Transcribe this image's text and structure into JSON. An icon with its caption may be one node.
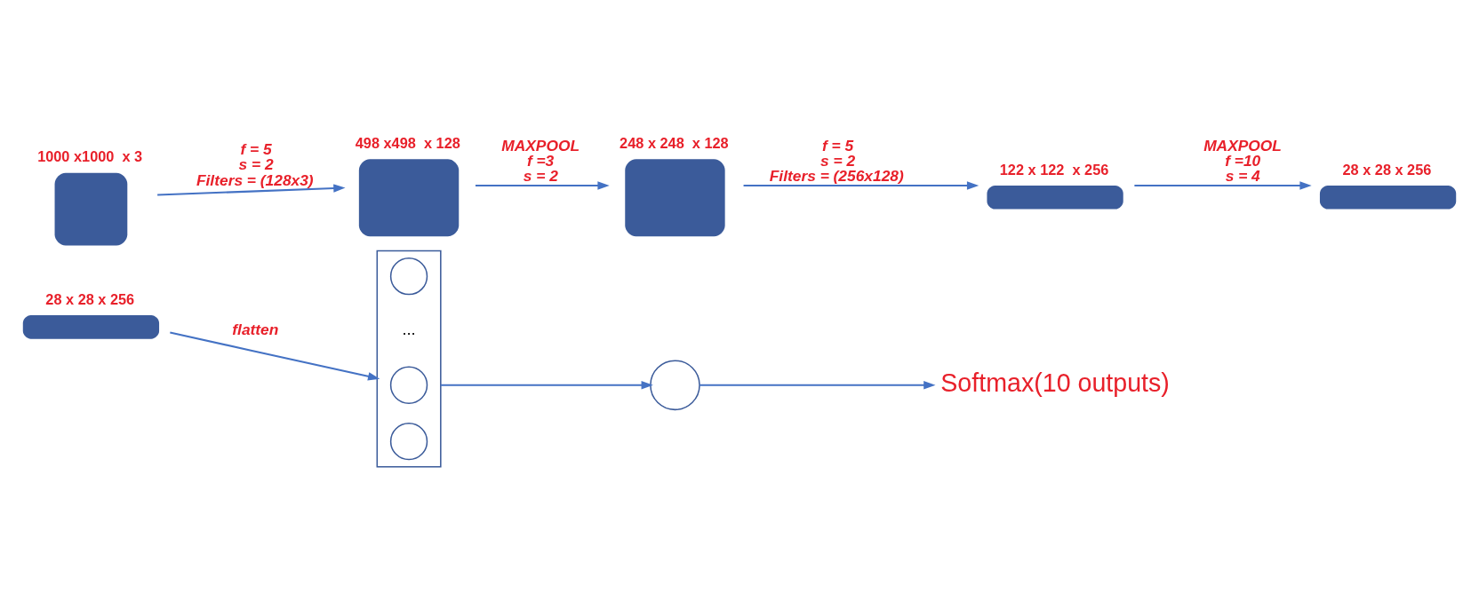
{
  "diagram": {
    "nodes": [
      {
        "text": [],
        "shape": "box",
        "beside": [
          "1000 x1000  x 3"
        ]
      },
      {
        "text": [],
        "shape": "cube",
        "beside": [
          "498 x498  x 128"
        ]
      },
      {
        "text": [],
        "shape": "cube",
        "beside": [
          "248 x 248  x 128"
        ]
      },
      {
        "text": [],
        "shape": "bar",
        "beside": [
          "122 x 122  x 256"
        ]
      },
      {
        "text": [],
        "shape": "bar",
        "beside": [
          "28 x 28 x 256"
        ]
      },
      {
        "text": [],
        "shape": "bar",
        "beside": [
          "28 x 28 x 256"
        ]
      },
      {
        "text": [],
        "shape": "box"
      },
      {
        "text": [],
        "shape": "circle",
        "in": 6
      },
      {
        "text": [],
        "shape": "circle",
        "in": 6
      },
      {
        "text": [
          "..."
        ],
        "in": 6
      },
      {
        "text": [],
        "shape": "circle",
        "in": 6
      },
      {
        "text": [],
        "shape": "circle"
      },
      {
        "text": [
          "Softmax(10 outputs)"
        ]
      }
    ],
    "edges": [
      {
        "from": 0,
        "to": 1,
        "arrow": "to",
        "label": "f = 5 s = 2 Filters = (128x3)"
      },
      {
        "from": 1,
        "to": 2,
        "arrow": "to",
        "label": "MAXPOOL f =3 s = 2"
      },
      {
        "from": 2,
        "to": 3,
        "arrow": "to",
        "label": "f = 5 s = 2 Filters = (256x128)"
      },
      {
        "from": 3,
        "to": 4,
        "arrow": "to",
        "label": "MAXPOOL f =10 s = 4"
      },
      {
        "from": 5,
        "to": 6,
        "arrow": "to",
        "label": "flatten"
      },
      {
        "from": 6,
        "to": 11,
        "arrow": "to"
      },
      {
        "from": 11,
        "to": 12,
        "arrow": "to"
      }
    ]
  }
}
